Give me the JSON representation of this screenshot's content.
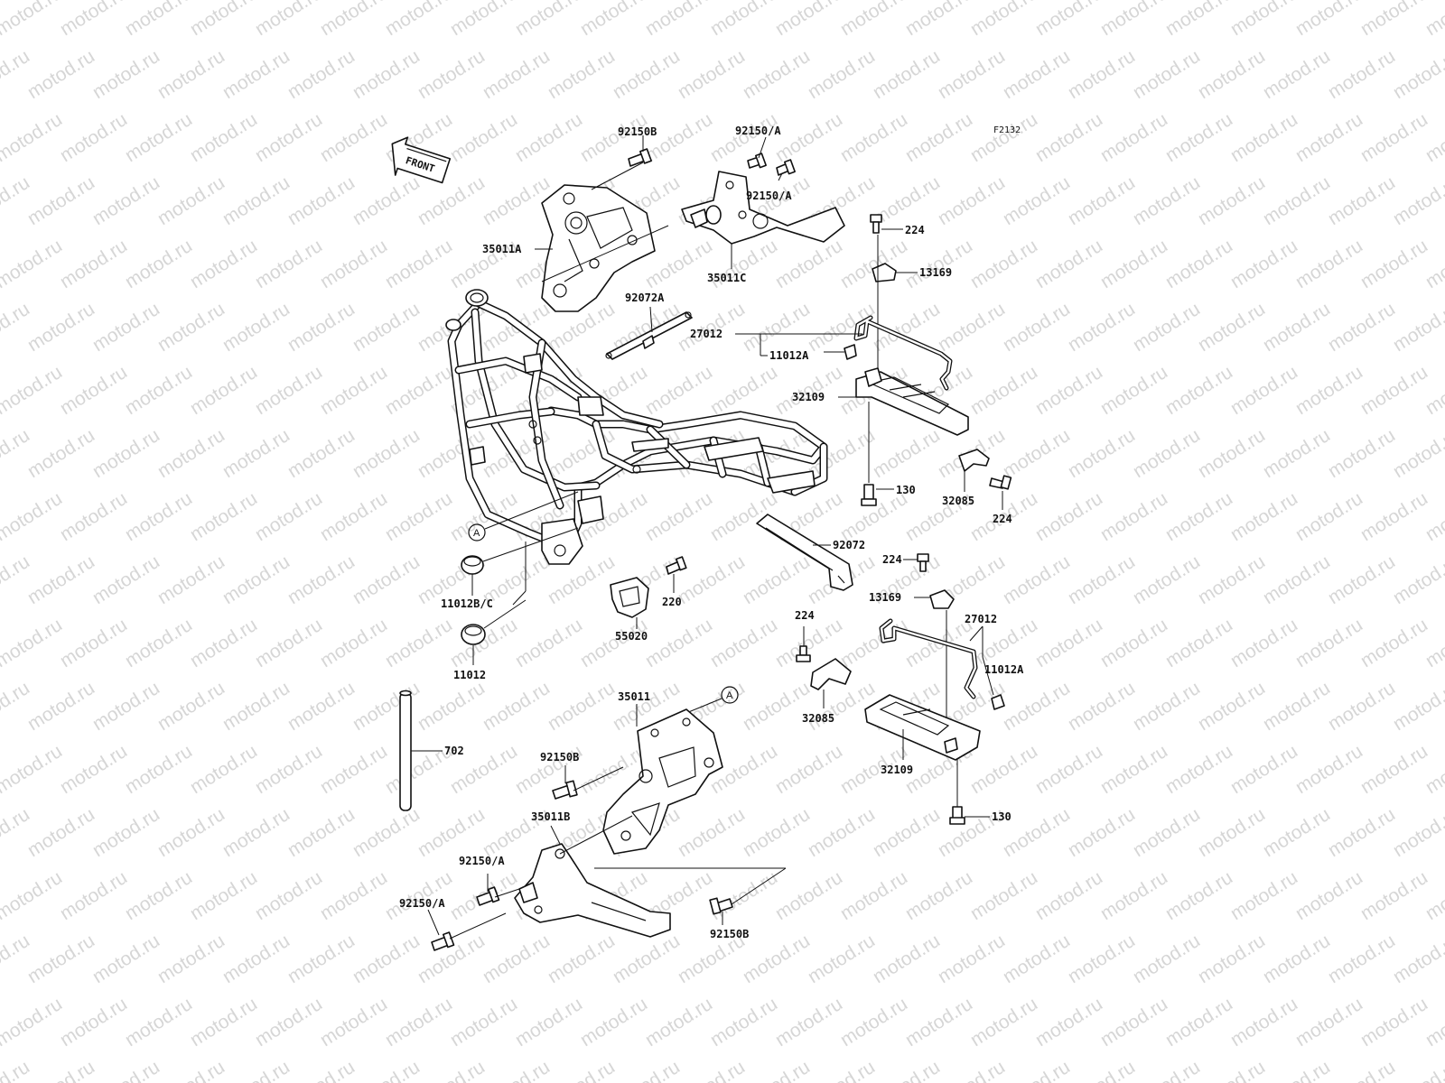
{
  "diagram_code": "F2132",
  "watermark_text": "motod.ru",
  "front_indicator": "FRONT",
  "reference_marker": "A",
  "parts": {
    "p92150B_top": "92150B",
    "p92150A_top1": "92150/A",
    "p92150A_top2": "92150/A",
    "p35011A": "35011A",
    "p35011C": "35011C",
    "p92072A": "92072A",
    "p224_top": "224",
    "p13169_top": "13169",
    "p27012_top": "27012",
    "p11012A_top": "11012A",
    "p32109_top": "32109",
    "p130_top": "130",
    "p32085_right": "32085",
    "p224_right": "224",
    "p92072": "92072",
    "p224_mid": "224",
    "p11012BC": "11012B/C",
    "p220": "220",
    "p55020": "55020",
    "p11012": "11012",
    "p13169_bottom": "13169",
    "p27012_bottom": "27012",
    "p224_bottom": "224",
    "p11012A_bottom": "11012A",
    "p32085_bottom": "32085",
    "p32109_bottom": "32109",
    "p130_bottom": "130",
    "p702": "702",
    "p35011": "35011",
    "p92150B_mid": "92150B",
    "p35011B": "35011B",
    "p92150A_bottom1": "92150/A",
    "p92150A_bottom2": "92150/A",
    "p92150B_bottom": "92150B"
  }
}
